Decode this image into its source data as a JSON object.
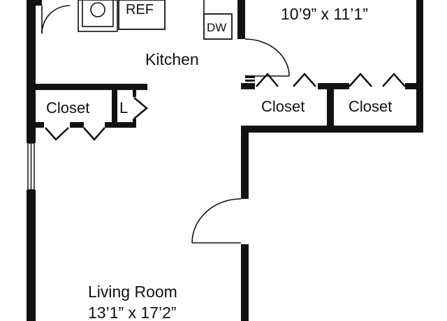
{
  "colors": {
    "wall": "#111111",
    "background": "#ffffff",
    "door_swing": "#111111"
  },
  "rooms": {
    "kitchen": {
      "name": "Kitchen"
    },
    "bedroom": {
      "name": "",
      "dimensions": "10’9” x 11’1”"
    },
    "living_room": {
      "name": "Living Room",
      "dimensions": "13’1” x 17’2”"
    }
  },
  "closets": {
    "left": "Closet",
    "bedroom_left": "Closet",
    "bedroom_right": "Closet"
  },
  "fixtures": {
    "refrigerator": "REF",
    "dishwasher": "DW",
    "linen": "L",
    "sink_icon": "sink-icon"
  }
}
